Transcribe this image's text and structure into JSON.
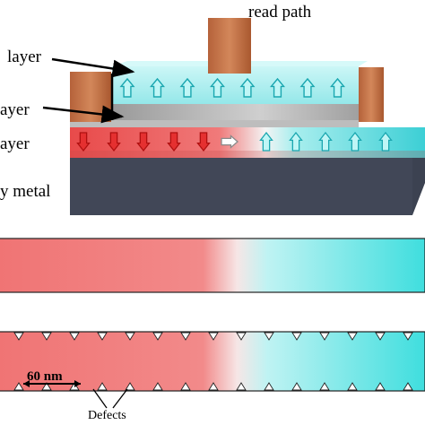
{
  "labels": {
    "read_path": "read path",
    "free_layer": "layer",
    "spacer_layer": "ayer",
    "pinned_layer": "ayer",
    "heavy_metal": "y metal",
    "scale_bar": "60 nm",
    "defects": "Defects"
  },
  "colors": {
    "contact": "#c8784a",
    "top_layer": "#a9eeee",
    "spacer": "#b9b9b9",
    "red_domain": "#f07070",
    "cyan_domain": "#6fe0e0",
    "heavy_metal": "#3e4352"
  },
  "arrows": {
    "top_layer": [
      "up",
      "up",
      "up",
      "up",
      "up",
      "up",
      "up",
      "up"
    ],
    "bottom_layer": [
      "down",
      "down",
      "down",
      "down",
      "down",
      "right",
      "up",
      "up",
      "up",
      "up",
      "up"
    ]
  },
  "icons": [
    "triangle-defect-marker",
    "arrow-up-icon",
    "arrow-down-icon",
    "arrow-right-icon"
  ]
}
